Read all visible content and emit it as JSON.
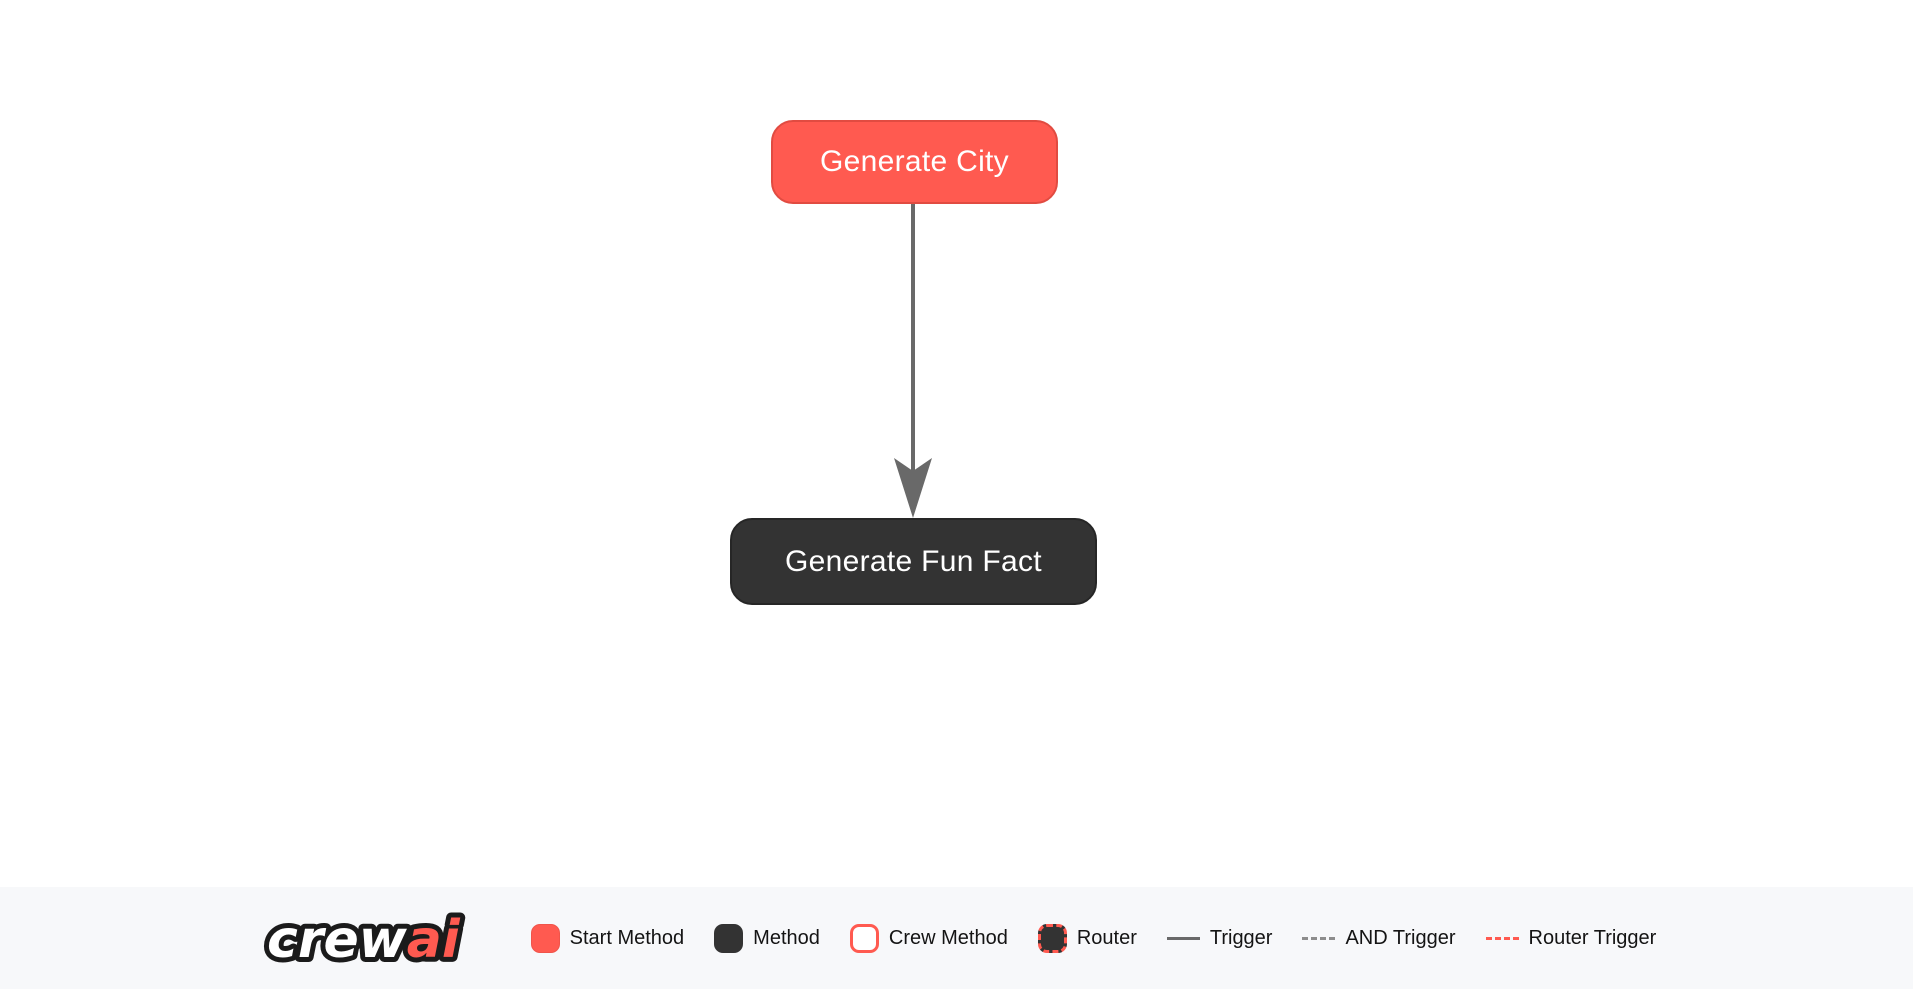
{
  "colors": {
    "brand_red": "#FF5A50",
    "brand_red_border": "#E14B41",
    "method_dark": "#333333",
    "edge_gray": "#696969",
    "legend_bg": "#f7f8fa",
    "canvas_bg": "#ffffff"
  },
  "flow": {
    "nodes": [
      {
        "label": "Generate City",
        "type": "start-method"
      },
      {
        "label": "Generate Fun Fact",
        "type": "method"
      }
    ],
    "edges": [
      {
        "from": "Generate City",
        "to": "Generate Fun Fact",
        "type": "trigger"
      }
    ]
  },
  "logo": {
    "crew": "crew",
    "ai": "ai"
  },
  "legend": {
    "items": [
      {
        "label": "Start Method",
        "swatch": "start-method-swatch"
      },
      {
        "label": "Method",
        "swatch": "method-swatch"
      },
      {
        "label": "Crew Method",
        "swatch": "crew-method-swatch"
      },
      {
        "label": "Router",
        "swatch": "router-swatch"
      },
      {
        "label": "Trigger",
        "swatch": "trigger-line"
      },
      {
        "label": "AND Trigger",
        "swatch": "and-trigger-line"
      },
      {
        "label": "Router Trigger",
        "swatch": "router-trigger-line"
      }
    ]
  }
}
